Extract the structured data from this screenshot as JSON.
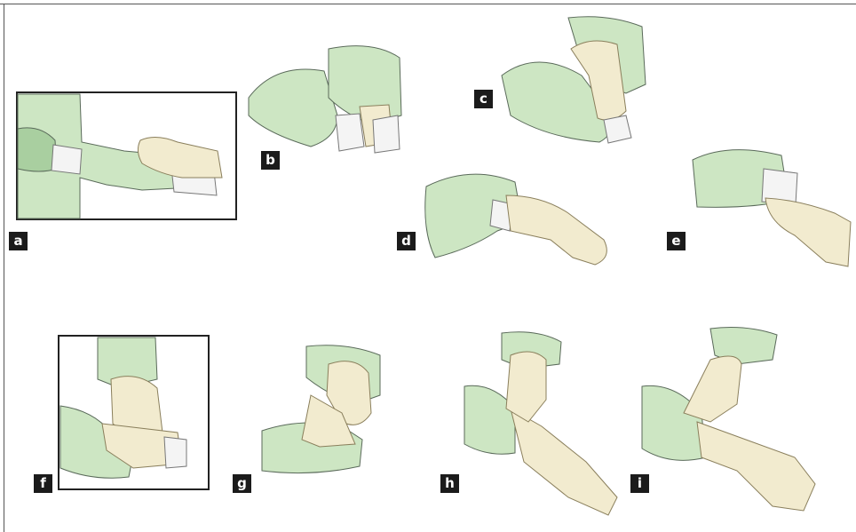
{
  "figure": {
    "panels": [
      {
        "id": "a",
        "label": "a",
        "depiction": "gloved-hand-inside-sleeve-reaching-toward-folded-glove"
      },
      {
        "id": "b",
        "label": "b",
        "depiction": "two-sleeved-hands-opening-glove-cuff"
      },
      {
        "id": "c",
        "label": "c",
        "depiction": "hand-gripping-and-turning-glove-over-cuff"
      },
      {
        "id": "d",
        "label": "d",
        "depiction": "hand-pulled-into-glove-over-sleeve"
      },
      {
        "id": "e",
        "label": "e",
        "depiction": "first-gloved-hand-extended"
      },
      {
        "id": "f",
        "label": "f",
        "depiction": "gloved-hand-placing-second-glove-on-sleeve"
      },
      {
        "id": "g",
        "label": "g",
        "depiction": "gloved-hand-turning-second-glove-cuff"
      },
      {
        "id": "h",
        "label": "h",
        "depiction": "gloved-hand-pulling-glove-onto-other-hand"
      },
      {
        "id": "i",
        "label": "i",
        "depiction": "adjusting-glove-over-gown-cuff"
      }
    ],
    "colors": {
      "gown": "#cde6c3",
      "gown_shadow": "#a9cfa0",
      "glove": "#f2ebcf",
      "glove_shadow": "#ddd2a8",
      "cuff": "#f4f4f4",
      "outline": "#5a6a5a",
      "label_bg": "#1b1b1b",
      "label_text": "#ffffff",
      "frame": "#222222"
    }
  }
}
